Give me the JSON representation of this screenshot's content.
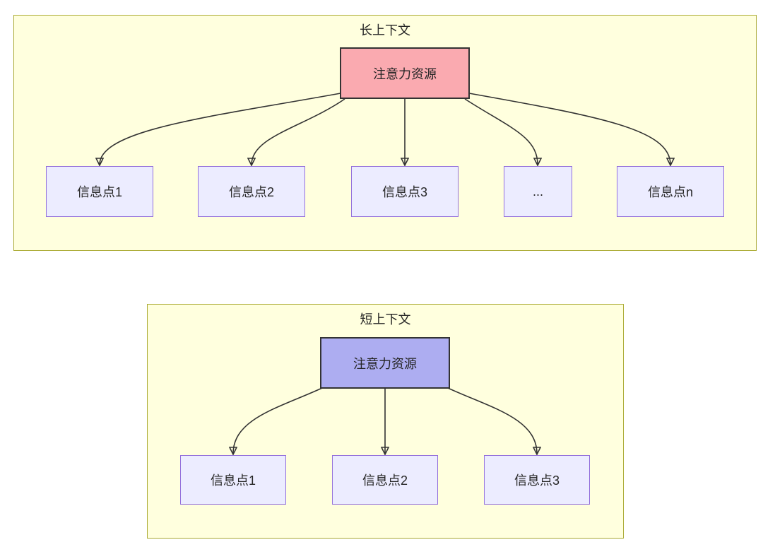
{
  "colors": {
    "container_fill": "#FFFFDE",
    "container_border": "#AAAA33",
    "info_node_fill": "#ECECFF",
    "info_node_border": "#9370DB",
    "attention_long_fill": "#FAAAB0",
    "attention_short_fill": "#ADADF1",
    "attention_border": "#333333",
    "arrow_color": "#333333",
    "text_color": "#262626"
  },
  "long_context": {
    "title": "长上下文",
    "attention_label": "注意力资源",
    "info_points": [
      "信息点1",
      "信息点2",
      "信息点3",
      "...",
      "信息点n"
    ]
  },
  "short_context": {
    "title": "短上下文",
    "attention_label": "注意力资源",
    "info_points": [
      "信息点1",
      "信息点2",
      "信息点3"
    ]
  }
}
